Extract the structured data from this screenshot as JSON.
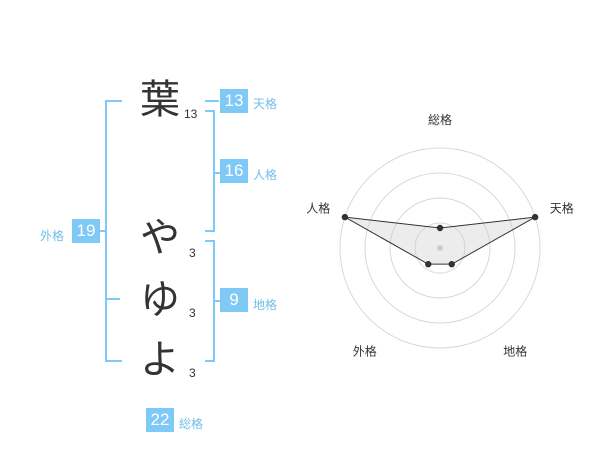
{
  "name": {
    "chars": [
      {
        "char": "葉",
        "strokes": "13"
      },
      {
        "char": "や",
        "strokes": "3"
      },
      {
        "char": "ゆ",
        "strokes": "3"
      },
      {
        "char": "よ",
        "strokes": "3"
      }
    ]
  },
  "scores": {
    "tenkaku": {
      "value": "13",
      "label": "天格"
    },
    "jinkaku": {
      "value": "16",
      "label": "人格"
    },
    "chikaku": {
      "value": "9",
      "label": "地格"
    },
    "gaikaku": {
      "value": "19",
      "label": "外格"
    },
    "soukaku": {
      "value": "22",
      "label": "総格"
    }
  },
  "colors": {
    "accent": "#7fc9f7",
    "accent_text": "#6fbfe8",
    "text": "#333333"
  },
  "chart_data": {
    "type": "radar",
    "axes": [
      "総格",
      "天格",
      "地格",
      "外格",
      "人格"
    ],
    "values": [
      1,
      5,
      1,
      1,
      5
    ],
    "rmax": 5,
    "rings": 4,
    "grid": true
  }
}
